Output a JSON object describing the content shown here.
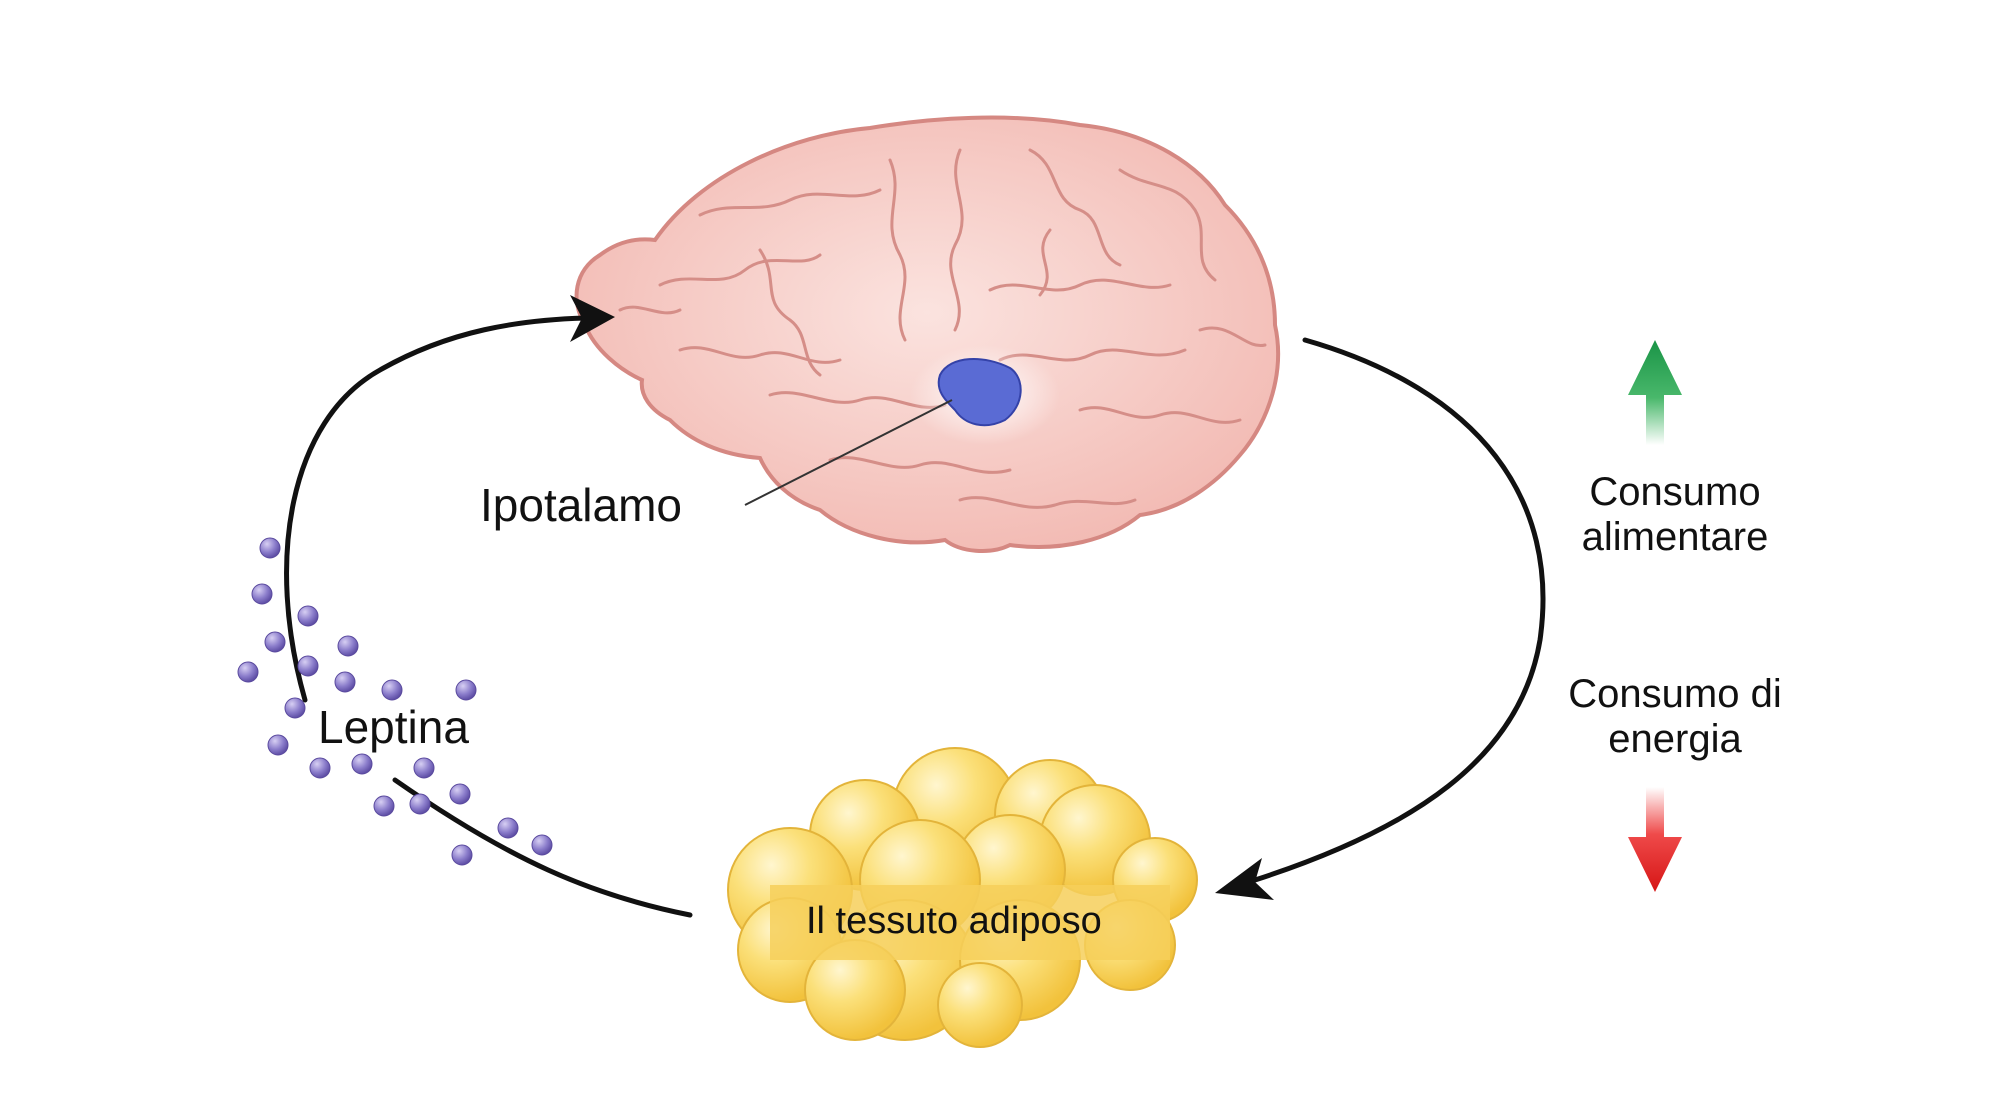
{
  "labels": {
    "hypothalamus": "Ipotalamo",
    "leptin": "Leptina",
    "adipose": "Il tessuto adiposo",
    "food_line1": "Consumo",
    "food_line2": "alimentare",
    "energy_line1": "Consumo di",
    "energy_line2": "energia"
  },
  "colors": {
    "brain_fill": "#f6c9c2",
    "brain_outline": "#d98f8a",
    "hypothalamus": "#5b6cd6",
    "fat_fill": "#f8d466",
    "leptin_dot": "#8a7cc2",
    "up_arrow": "#1e9e4a",
    "down_arrow": "#e02020",
    "cycle_arrow": "#111111"
  },
  "icons": {
    "brain": "brain-illustration",
    "fat": "adipose-tissue-cluster",
    "up": "up-arrow-icon",
    "down": "down-arrow-icon"
  }
}
